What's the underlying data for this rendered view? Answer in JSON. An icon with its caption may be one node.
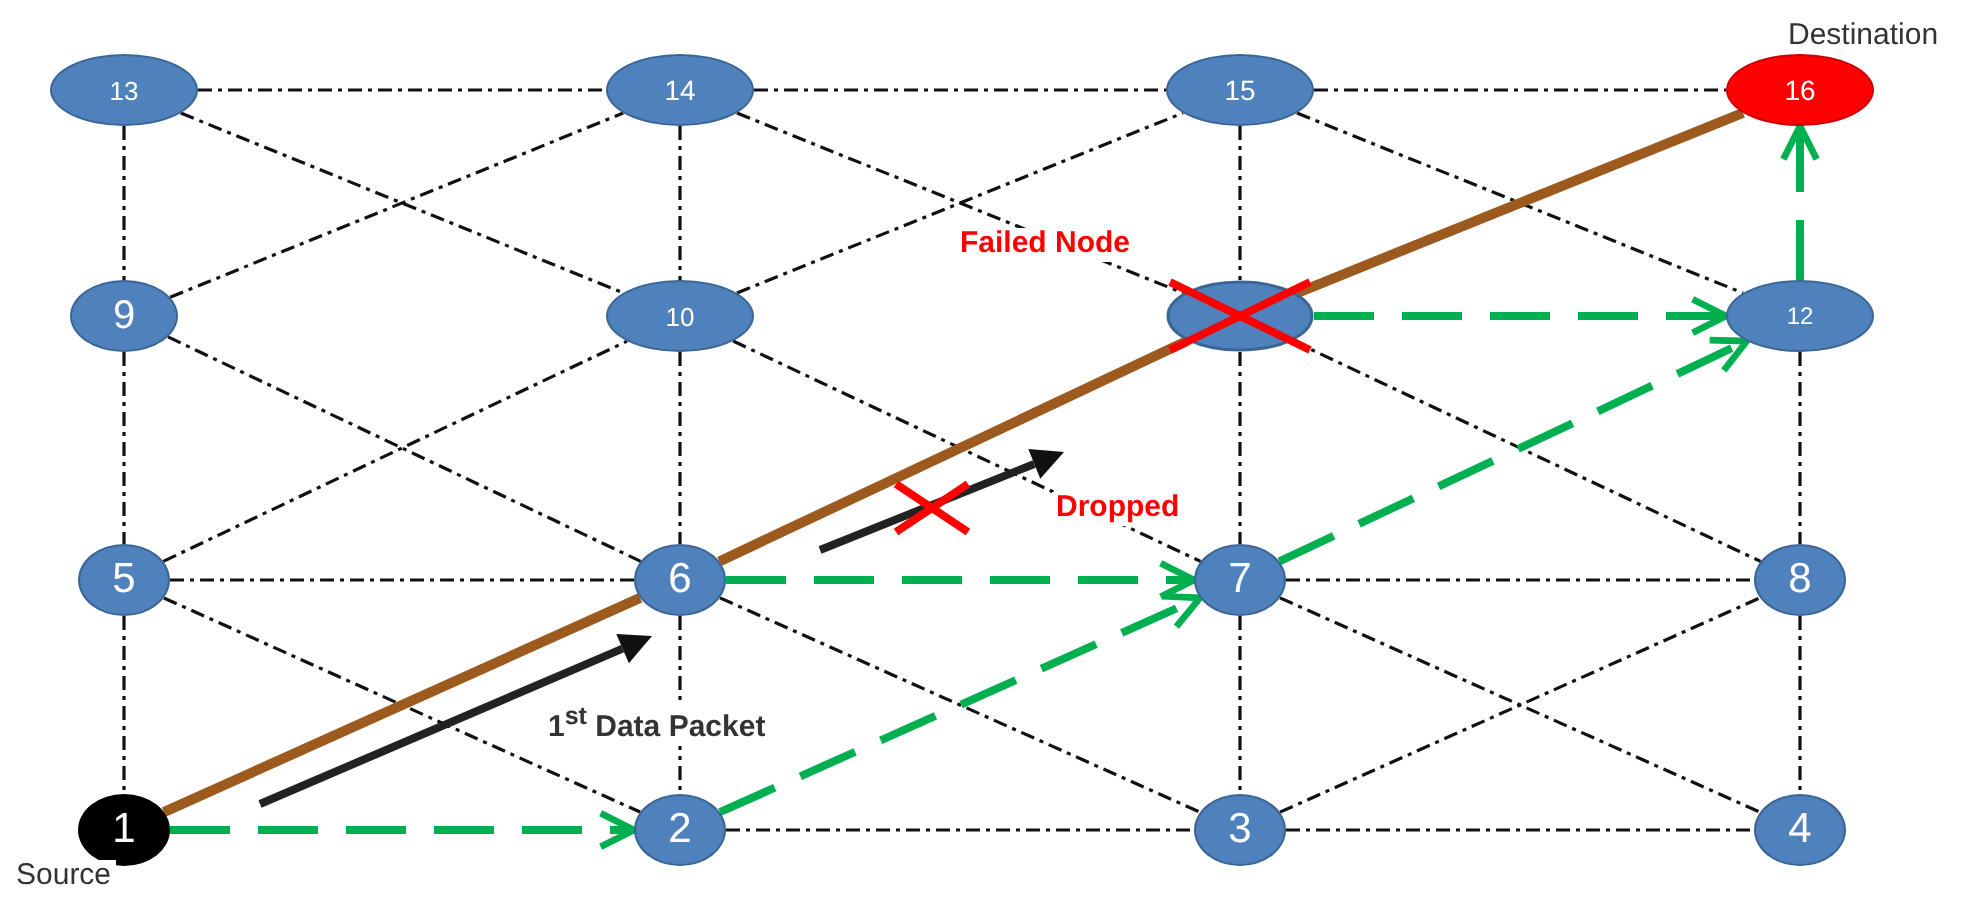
{
  "diagram": {
    "nodes": [
      {
        "text": [
          "13"
        ]
      },
      {
        "text": [
          "14"
        ]
      },
      {
        "text": [
          "15"
        ]
      },
      {
        "text": [
          "16"
        ],
        "beside": [
          "Destination"
        ]
      },
      {
        "text": [
          "9"
        ]
      },
      {
        "text": [
          "10"
        ]
      },
      {
        "text": [],
        "shape": "circle",
        "beside": [
          "Failed Node"
        ]
      },
      {
        "text": [
          "12"
        ]
      },
      {
        "text": [
          "5"
        ]
      },
      {
        "text": [
          "6"
        ]
      },
      {
        "text": [
          "7"
        ]
      },
      {
        "text": [
          "8"
        ]
      },
      {
        "text": [
          "1"
        ],
        "beside": [
          "Source"
        ]
      },
      {
        "text": [
          "2"
        ]
      },
      {
        "text": [
          "3"
        ]
      },
      {
        "text": [
          "4"
        ]
      }
    ],
    "edges": [
      {
        "from": 0,
        "to": 1,
        "arrow": "none",
        "style": "dashed"
      },
      {
        "from": 1,
        "to": 2,
        "arrow": "none",
        "style": "dashed"
      },
      {
        "from": 2,
        "to": 3,
        "arrow": "none",
        "style": "dashed"
      },
      {
        "from": 8,
        "to": 9,
        "arrow": "none",
        "style": "dashed"
      },
      {
        "from": 10,
        "to": 11,
        "arrow": "none",
        "style": "dashed"
      },
      {
        "from": 13,
        "to": 14,
        "arrow": "none",
        "style": "dashed"
      },
      {
        "from": 14,
        "to": 15,
        "arrow": "none",
        "style": "dashed"
      },
      {
        "from": 0,
        "to": 4,
        "arrow": "none",
        "style": "dashed"
      },
      {
        "from": 4,
        "to": 8,
        "arrow": "none",
        "style": "dashed"
      },
      {
        "from": 8,
        "to": 12,
        "arrow": "none",
        "style": "dashed"
      },
      {
        "from": 1,
        "to": 5,
        "arrow": "none",
        "style": "dashed"
      },
      {
        "from": 5,
        "to": 9,
        "arrow": "none",
        "style": "dashed"
      },
      {
        "from": 9,
        "to": 13,
        "arrow": "none",
        "style": "dashed"
      },
      {
        "from": 2,
        "to": 6,
        "arrow": "none",
        "style": "dashed"
      },
      {
        "from": 6,
        "to": 10,
        "arrow": "none",
        "style": "dashed"
      },
      {
        "from": 10,
        "to": 14,
        "arrow": "none",
        "style": "dashed"
      },
      {
        "from": 7,
        "to": 11,
        "arrow": "none",
        "style": "dashed"
      },
      {
        "from": 11,
        "to": 15,
        "arrow": "none",
        "style": "dashed"
      },
      {
        "from": 0,
        "to": 5,
        "arrow": "none",
        "style": "dashed"
      },
      {
        "from": 4,
        "to": 1,
        "arrow": "none",
        "style": "dashed"
      },
      {
        "from": 1,
        "to": 6,
        "arrow": "none",
        "style": "dashed"
      },
      {
        "from": 5,
        "to": 2,
        "arrow": "none",
        "style": "dashed"
      },
      {
        "from": 2,
        "to": 7,
        "arrow": "none",
        "style": "dashed"
      },
      {
        "from": 4,
        "to": 9,
        "arrow": "none",
        "style": "dashed"
      },
      {
        "from": 8,
        "to": 5,
        "arrow": "none",
        "style": "dashed"
      },
      {
        "from": 5,
        "to": 10,
        "arrow": "none",
        "style": "dashed"
      },
      {
        "from": 6,
        "to": 11,
        "arrow": "none",
        "style": "dashed"
      },
      {
        "from": 8,
        "to": 13,
        "arrow": "none",
        "style": "dashed"
      },
      {
        "from": 9,
        "to": 14,
        "arrow": "none",
        "style": "dashed"
      },
      {
        "from": 10,
        "to": 15,
        "arrow": "none",
        "style": "dashed"
      },
      {
        "from": 14,
        "to": 11,
        "arrow": "none",
        "style": "dashed"
      },
      {
        "from": 12,
        "to": 9,
        "arrow": "none",
        "style": "thick",
        "color": "#9c5a1e"
      },
      {
        "from": 9,
        "to": 6,
        "arrow": "none",
        "style": "thick",
        "color": "#9c5a1e"
      },
      {
        "from": 6,
        "to": 3,
        "arrow": "none",
        "style": "thick",
        "color": "#9c5a1e"
      },
      {
        "from": 12,
        "to": 13,
        "arrow": "to",
        "style": "dashed",
        "color": "#00b050"
      },
      {
        "from": 13,
        "to": 10,
        "arrow": "to",
        "style": "dashed",
        "color": "#00b050"
      },
      {
        "from": 9,
        "to": 10,
        "arrow": "to",
        "style": "dashed",
        "color": "#00b050"
      },
      {
        "from": 10,
        "to": 7,
        "arrow": "to",
        "style": "dashed",
        "color": "#00b050"
      },
      {
        "from": 6,
        "to": 7,
        "arrow": "to",
        "style": "dashed",
        "color": "#00b050"
      },
      {
        "from": 7,
        "to": 3,
        "arrow": "to",
        "style": "dashed",
        "color": "#00b050"
      }
    ],
    "labels": [
      "Dropped",
      "1$^{st}$ Data Packet"
    ]
  }
}
